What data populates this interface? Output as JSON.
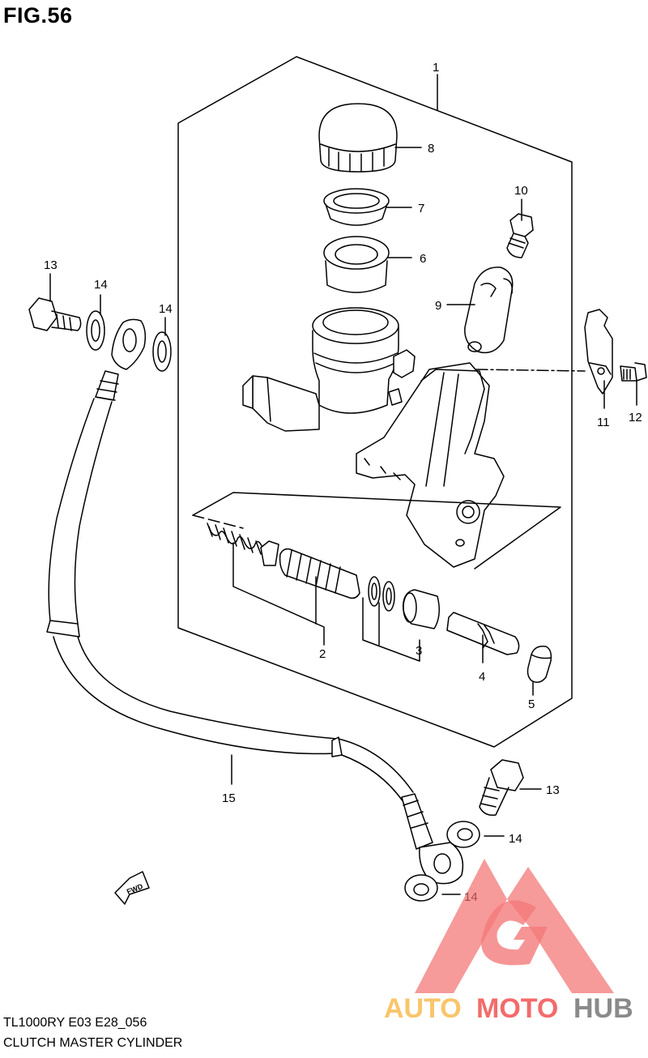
{
  "figure": {
    "title": "FIG.56",
    "model_code": "TL1000RY E03 E28_056",
    "caption": "CLUTCH MASTER CYLINDER",
    "direction_marker": "FWD"
  },
  "callouts": {
    "c1": "1",
    "c2": "2",
    "c3": "3",
    "c4": "4",
    "c5": "5",
    "c6": "6",
    "c7": "7",
    "c8": "8",
    "c9": "9",
    "c10": "10",
    "c11": "11",
    "c12": "12",
    "c13a": "13",
    "c13b": "13",
    "c14a": "14",
    "c14b": "14",
    "c14c": "14",
    "c14d": "14",
    "c15": "15"
  },
  "watermark": {
    "word_part1": "AUTO",
    "word_part2": "MOTO",
    "word_part3": "HUB",
    "color_light": "#f9c56a",
    "color_red": "#f36b6b",
    "color_gray": "#8a8a8a"
  }
}
